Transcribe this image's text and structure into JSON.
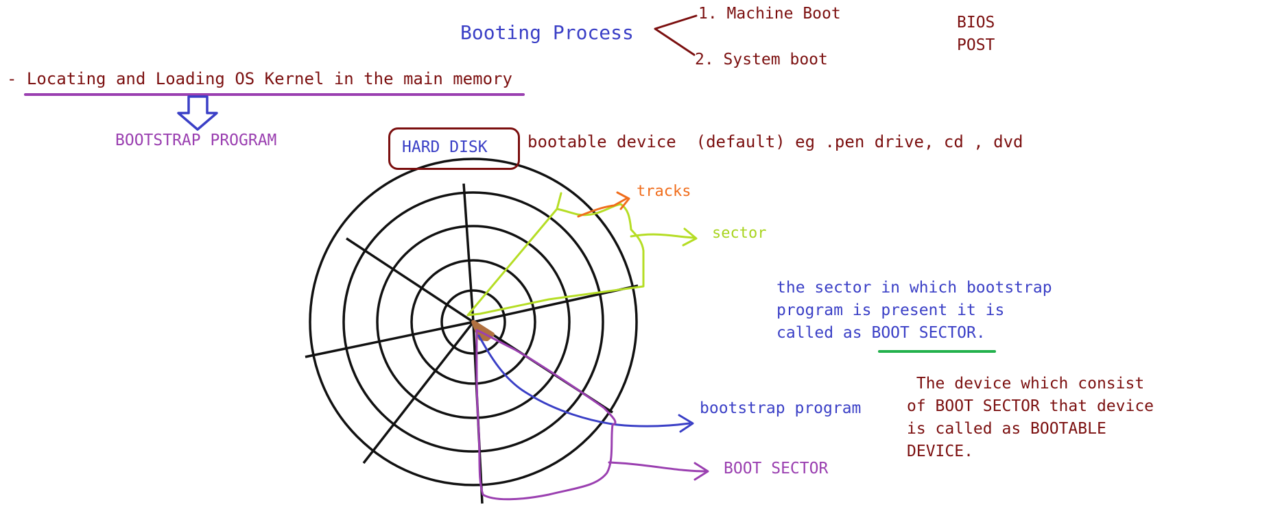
{
  "header": {
    "title": "Booting Process",
    "branch_1": "1. Machine Boot",
    "branch_2": "2. System boot",
    "bios": "BIOS",
    "post": "POST"
  },
  "intro": {
    "line": "- Locating and Loading OS Kernel in the main memory",
    "result": "BOOTSTRAP PROGRAM"
  },
  "device": {
    "box_label": "HARD DISK",
    "description": "bootable device  (default) eg .pen drive, cd , dvd"
  },
  "disk_labels": {
    "tracks": "tracks",
    "sector": "sector",
    "bootstrap_program": "bootstrap program",
    "boot_sector": "BOOT SECTOR"
  },
  "notes": {
    "boot_sector_line1": "the sector in which bootstrap",
    "boot_sector_line2": "program is present it is",
    "boot_sector_line3_prefix": "called as ",
    "boot_sector_line3_term": "BOOT SECTOR",
    "boot_sector_line3_suffix": ".",
    "bootable_line1": " The device which consist",
    "bootable_line2": "of BOOT SECTOR that device",
    "bootable_line3": "is called as BOOTABLE",
    "bootable_line4": "DEVICE."
  },
  "colors": {
    "maroon": "#7b0f0f",
    "blue": "#3a3fc6",
    "purple": "#9a3fb0",
    "orange": "#f06d1c",
    "lime": "#a8d41e",
    "green": "#22b14c",
    "brown": "#b07040"
  }
}
